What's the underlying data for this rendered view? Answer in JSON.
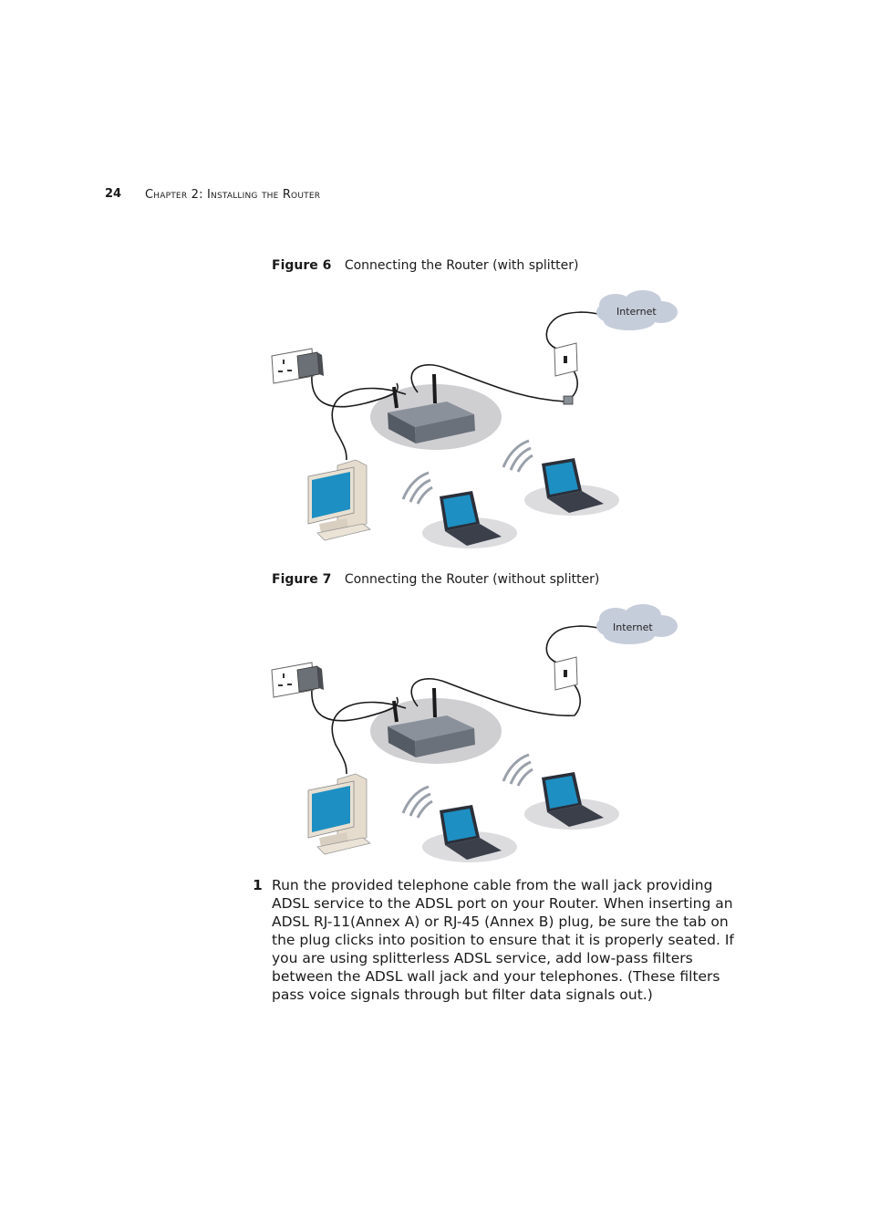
{
  "header": {
    "page_number": "24",
    "chapter_title": "Chapter 2: Installing the Router"
  },
  "figures": [
    {
      "label": "Figure 6",
      "caption": "Connecting the Router (with splitter)",
      "internet_label": "Internet"
    },
    {
      "label": "Figure 7",
      "caption": "Connecting the Router (without splitter)",
      "internet_label": "Internet"
    }
  ],
  "step": {
    "number": "1",
    "text": "Run the provided telephone cable from the wall jack providing ADSL service to the ADSL port on your Router. When inserting an ADSL RJ-11(Annex A) or RJ-45 (Annex B) plug, be sure the tab on the plug clicks into position to ensure that it is properly seated. If you are using splitterless ADSL service, add low-pass filters between the ADSL wall jack and your telephones. (These filters pass voice signals through but filter data signals out.)"
  },
  "colors": {
    "screen": "#1e8fc2",
    "router": "#5d6470",
    "shadow": "#c9c9cc",
    "cloud": "#c6cdda",
    "cable": "#1a1a1a",
    "wifi": "#9aa0aa"
  }
}
